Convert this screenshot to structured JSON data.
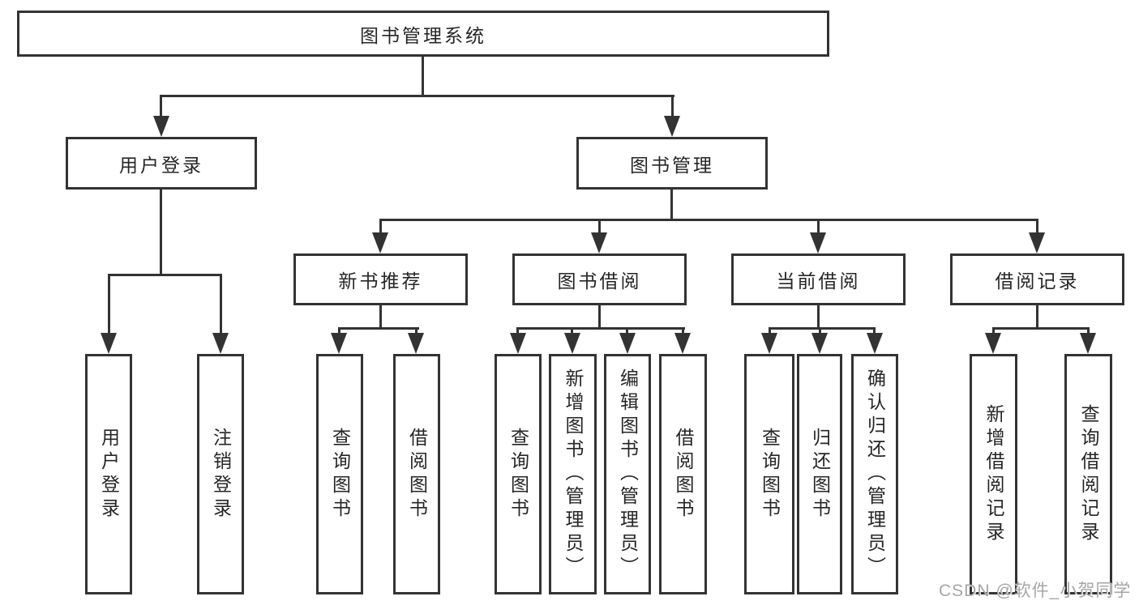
{
  "diagram": {
    "root": {
      "label": "图书管理系统"
    },
    "level2": {
      "user_login": {
        "label": "用户登录"
      },
      "book_management": {
        "label": "图书管理"
      }
    },
    "level3": {
      "new_book_recommend": {
        "label": "新书推荐"
      },
      "book_borrow": {
        "label": "图书借阅"
      },
      "current_borrow": {
        "label": "当前借阅"
      },
      "borrow_records": {
        "label": "借阅记录"
      }
    },
    "leaves": {
      "user_login": {
        "label": "用户登录"
      },
      "logout_login": {
        "label": "注销登录"
      },
      "nb_query_books": {
        "label": "查询图书"
      },
      "nb_borrow_books": {
        "label": "借阅图书"
      },
      "bb_query_books": {
        "label": "查询图书"
      },
      "bb_add_books_admin": {
        "label": "新增图书（管理员）"
      },
      "bb_edit_books_admin": {
        "label": "编辑图书（管理员）"
      },
      "bb_borrow_books": {
        "label": "借阅图书"
      },
      "cb_query_books": {
        "label": "查询图书"
      },
      "cb_return_books": {
        "label": "归还图书"
      },
      "cb_confirm_return_admin": {
        "label": "确认归还（管理员）"
      },
      "br_add_record": {
        "label": "新增借阅记录"
      },
      "br_query_record": {
        "label": "查询借阅记录"
      }
    }
  },
  "watermark": {
    "text": "CSDN @软件_小贺同学"
  },
  "colors": {
    "line": "#333333",
    "text": "#262626",
    "box_background": "#ffffff",
    "page_background": "#ffffff",
    "watermark": "#a6a6a6"
  }
}
